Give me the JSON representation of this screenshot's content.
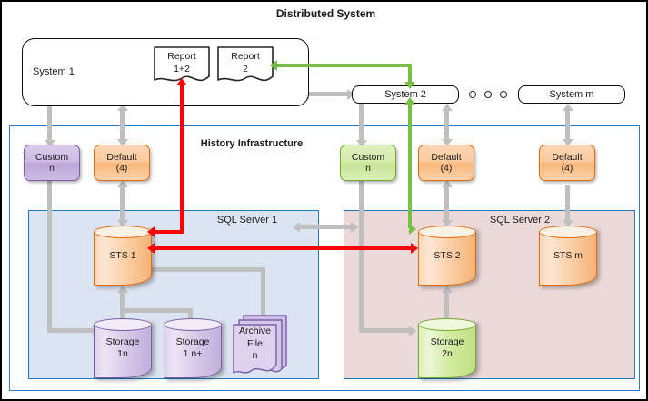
{
  "diagram": {
    "title": "Distributed System",
    "subtitle": "History Infrastructure",
    "panels": {
      "sql_server_1": "SQL Server 1",
      "sql_server_2": "SQL Server 2"
    },
    "systems": {
      "system_1": "System 1",
      "system_2": "System 2",
      "system_m": "System m"
    },
    "reports": [
      {
        "line1": "Report",
        "line2": "1+2"
      },
      {
        "line1": "Report",
        "line2": "2"
      }
    ],
    "services": [
      {
        "line1": "Custom",
        "line2": "n",
        "color": "purple"
      },
      {
        "line1": "Default",
        "line2": "(4)",
        "color": "orange"
      },
      {
        "line1": "Custom",
        "line2": "n",
        "color": "green"
      },
      {
        "line1": "Default",
        "line2": "(4)",
        "color": "orange"
      },
      {
        "line1": "Default",
        "line2": "(4)",
        "color": "orange"
      }
    ],
    "sts": [
      {
        "label": "STS 1",
        "color": "orange"
      },
      {
        "label": "STS 2",
        "color": "orange"
      },
      {
        "label": "STS m",
        "color": "orange"
      }
    ],
    "storage": [
      {
        "line1": "Storage",
        "line2": "1n",
        "color": "purple"
      },
      {
        "line1": "Storage",
        "line2": "1 n+",
        "color": "purple"
      },
      {
        "line1": "Storage",
        "line2": "2n",
        "color": "green"
      }
    ],
    "archive": {
      "line1": "Archive",
      "line2": "File",
      "line3": "n"
    },
    "ellipsis_dots": 3,
    "colors": {
      "flow_red": "#ff0000",
      "flow_green": "#76c043",
      "flow_gray": "#bfbfbf",
      "panel_border": "#2b7cc4",
      "sql1_fill": "#dbe5f1",
      "sql2_fill": "#ecd9d9",
      "orange_stroke": "#e36c0a",
      "purple_stroke": "#7b5ea7",
      "green_stroke": "#76a830"
    }
  }
}
